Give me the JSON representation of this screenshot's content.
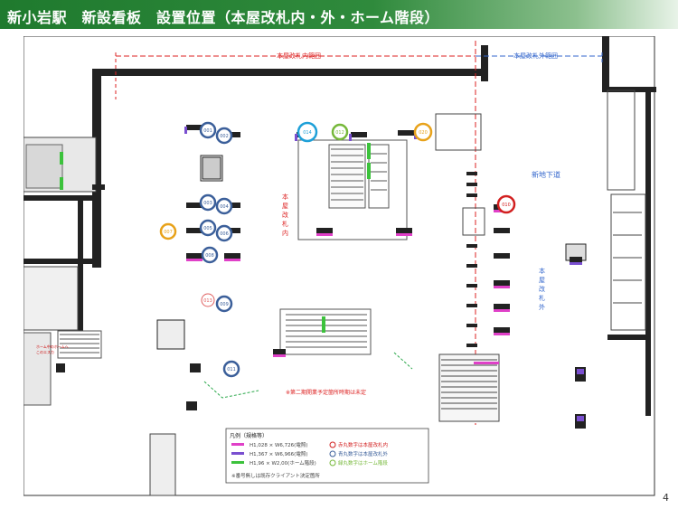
{
  "header": {
    "title": "新小岩駅　新設看板　設置位置（本屋改札内・外・ホーム階段）"
  },
  "plan": {
    "range_inside": "本屋改札内範囲",
    "range_outside": "本屋改札外範囲",
    "label_inside": [
      "本",
      "屋",
      "改",
      "札",
      "内"
    ],
    "label_outside": [
      "本",
      "屋",
      "改",
      "札",
      "外"
    ],
    "label_underground": "新地下道",
    "note_phase2": "※第二期開業予定箇所時期は未定",
    "left_sign_text": [
      "ホーム中のホームへ",
      "このエスカ"
    ],
    "markers": [
      {
        "id": "001",
        "color": "#3b5f9a"
      },
      {
        "id": "002",
        "color": "#3b5f9a"
      },
      {
        "id": "003",
        "color": "#3b5f9a"
      },
      {
        "id": "004",
        "color": "#3b5f9a"
      },
      {
        "id": "005",
        "color": "#3b5f9a"
      },
      {
        "id": "006",
        "color": "#3b5f9a"
      },
      {
        "id": "007",
        "color": "#e8a21a"
      },
      {
        "id": "008",
        "color": "#3b5f9a"
      },
      {
        "id": "009",
        "color": "#3b5f9a"
      },
      {
        "id": "010",
        "color": "#d21f1f"
      },
      {
        "id": "011",
        "color": "#3b5f9a"
      },
      {
        "id": "012",
        "color": "#76b83a"
      },
      {
        "id": "013",
        "color": "#3b5f9a"
      },
      {
        "id": "014",
        "color": "#1ea0d8"
      },
      {
        "id": "020",
        "color": "#e8a21a"
      }
    ]
  },
  "legend": {
    "title": "凡例（規格等）",
    "rows": [
      {
        "spec": "H1,028 × W6,726(電照)",
        "swatch": "#e040c8",
        "circle": "#d21f1f",
        "desc": "赤丸数字は本屋改札内"
      },
      {
        "spec": "H1,367 × W6,966(電照)",
        "swatch": "#7a4fd0",
        "circle": "#3b5f9a",
        "desc": "青丸数字は本屋改札外"
      },
      {
        "spec": "H1,96 × W2,00(ホーム階段)",
        "swatch": "#3cc23c",
        "circle": "#76b83a",
        "desc": "緑丸数字はホーム階段"
      }
    ],
    "footnote": "※番号無しは既存クライアント決定箇所"
  },
  "page": {
    "number": "4"
  }
}
